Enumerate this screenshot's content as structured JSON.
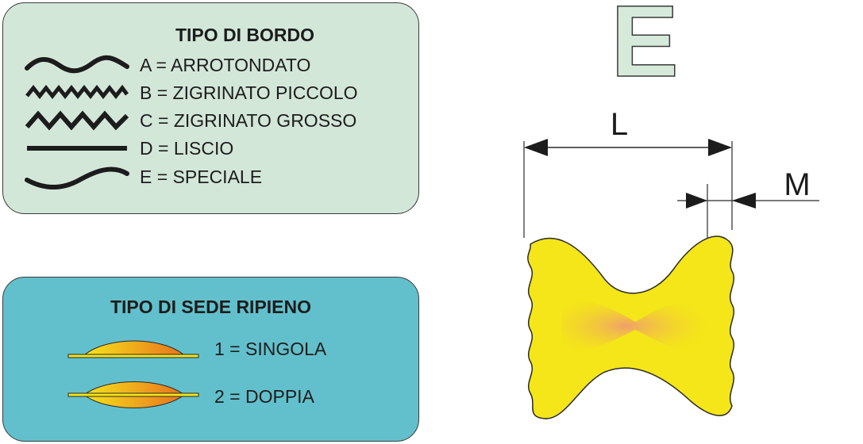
{
  "bordo_panel": {
    "title": "TIPO DI BORDO",
    "items": [
      {
        "icon": "wavy-rounded-edge-icon",
        "label": "A = ARROTONDATO"
      },
      {
        "icon": "small-zigzag-edge-icon",
        "label": "B = ZIGRINATO PICCOLO"
      },
      {
        "icon": "large-zigzag-edge-icon",
        "label": "C = ZIGRINATO GROSSO"
      },
      {
        "icon": "straight-edge-icon",
        "label": "D = LISCIO"
      },
      {
        "icon": "curved-edge-icon",
        "label": "E = SPECIALE"
      }
    ]
  },
  "sede_panel": {
    "title": "TIPO DI SEDE RIPIENO",
    "items": [
      {
        "icon": "single-seat-icon",
        "label": "1 = SINGOLA"
      },
      {
        "icon": "double-seat-icon",
        "label": "2 = DOPPIA"
      }
    ]
  },
  "diagram": {
    "edge_type_letter": "E",
    "length_label": "L",
    "margin_label": "M",
    "colors": {
      "pasta": "#f4e618",
      "pasta_outline": "#2a2a2a",
      "filling_center": "#f0a06a",
      "letter_fill": "#d6eadb"
    }
  }
}
